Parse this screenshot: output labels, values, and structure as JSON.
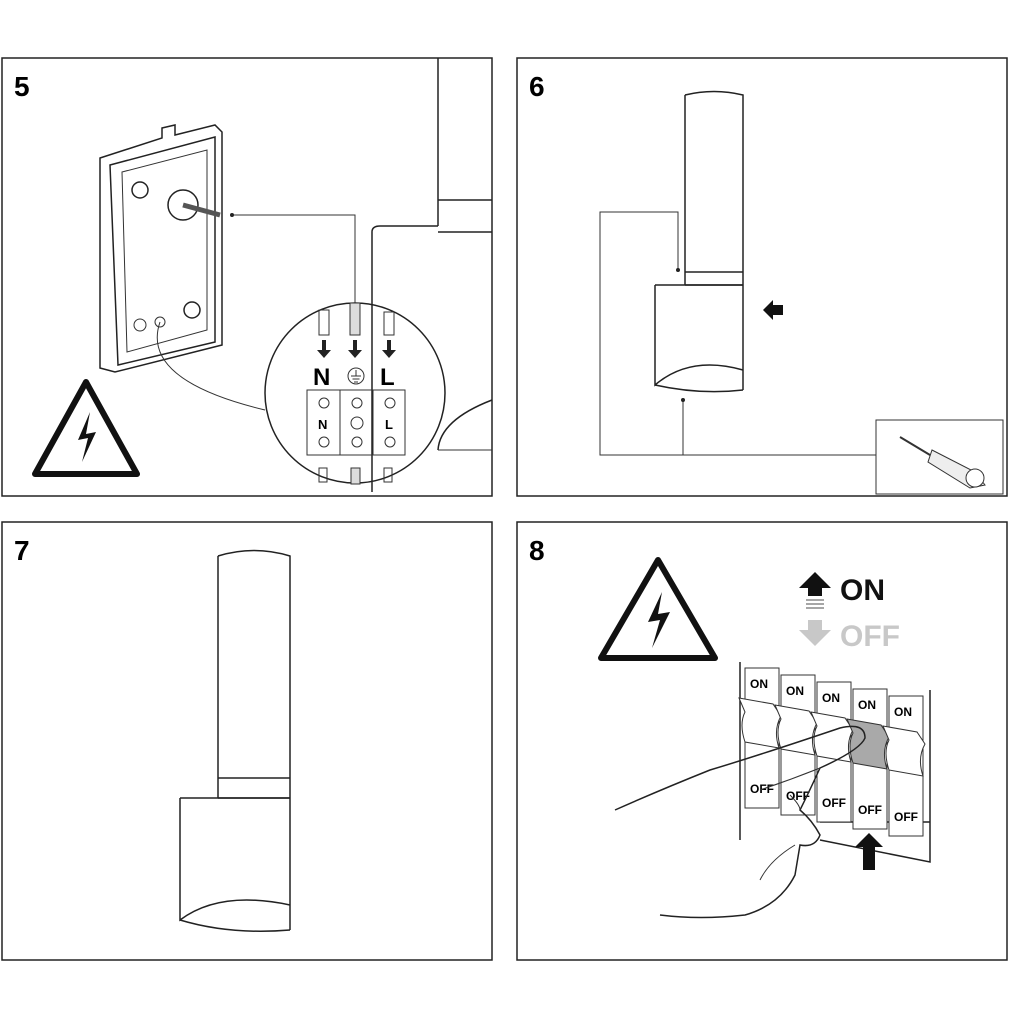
{
  "steps": [
    {
      "number": "5",
      "terminals": {
        "neutral": "N",
        "live": "L",
        "earth_icon": "earth-symbol"
      }
    },
    {
      "number": "6"
    },
    {
      "number": "7"
    },
    {
      "number": "8",
      "legend": {
        "on": "ON",
        "off": "OFF"
      },
      "breakers": [
        {
          "on": "ON",
          "off": "OFF"
        },
        {
          "on": "ON",
          "off": "OFF"
        },
        {
          "on": "ON",
          "off": "OFF"
        },
        {
          "on": "ON",
          "off": "OFF"
        },
        {
          "on": "ON",
          "off": "OFF"
        }
      ]
    }
  ],
  "colors": {
    "line": "#222222",
    "off_gray": "#c8c8c8",
    "switch_highlight": "#a9a9a9"
  }
}
